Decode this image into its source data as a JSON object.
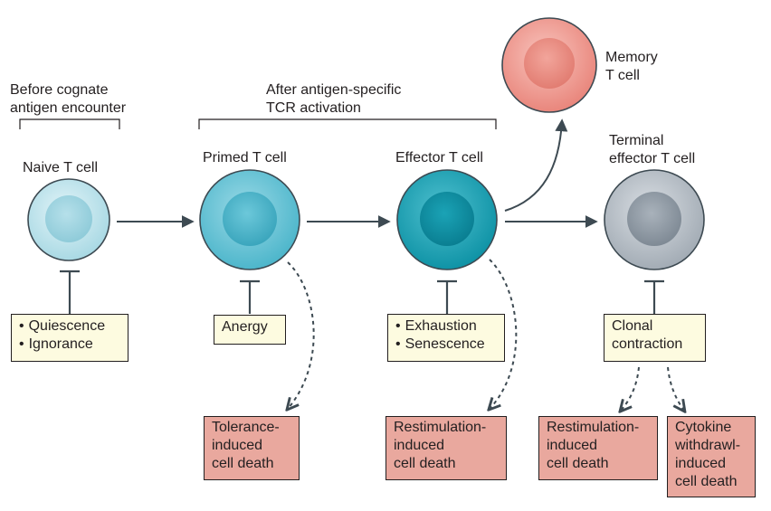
{
  "brackets": {
    "before": {
      "line1": "Before cognate",
      "line2": "antigen encounter"
    },
    "after": {
      "line1": "After antigen-specific",
      "line2": "TCR activation"
    }
  },
  "cells": {
    "naive": {
      "label": "Naive T cell",
      "color": "#b7e0e9"
    },
    "primed": {
      "label": "Primed T cell",
      "color": "#5fc3d6"
    },
    "effector": {
      "label": "Effector T cell",
      "color": "#1aa6b8"
    },
    "memory": {
      "line1": "Memory",
      "line2": "T cell",
      "color": "#ef8d83"
    },
    "terminal": {
      "line1": "Terminal",
      "line2": "effector T cell",
      "color": "#aab3bc"
    }
  },
  "states": {
    "naive": [
      "Quiescence",
      "Ignorance"
    ],
    "primed": [
      "Anergy"
    ],
    "effector": [
      "Exhaustion",
      "Senescence"
    ],
    "terminal": [
      "Clonal",
      "contraction"
    ]
  },
  "deaths": {
    "tolerance": [
      "Tolerance-",
      "induced",
      "cell death"
    ],
    "restim_effector": [
      "Restimulation-",
      "induced",
      "cell death"
    ],
    "restim_terminal": [
      "Restimulation-",
      "induced",
      "cell death"
    ],
    "cytokine": [
      "Cytokine",
      "withdrawl-",
      "induced",
      "cell death"
    ]
  },
  "colors": {
    "state_box": "#fdfbe0",
    "death_box": "#e9a89e",
    "stroke": "#3d4a52"
  }
}
